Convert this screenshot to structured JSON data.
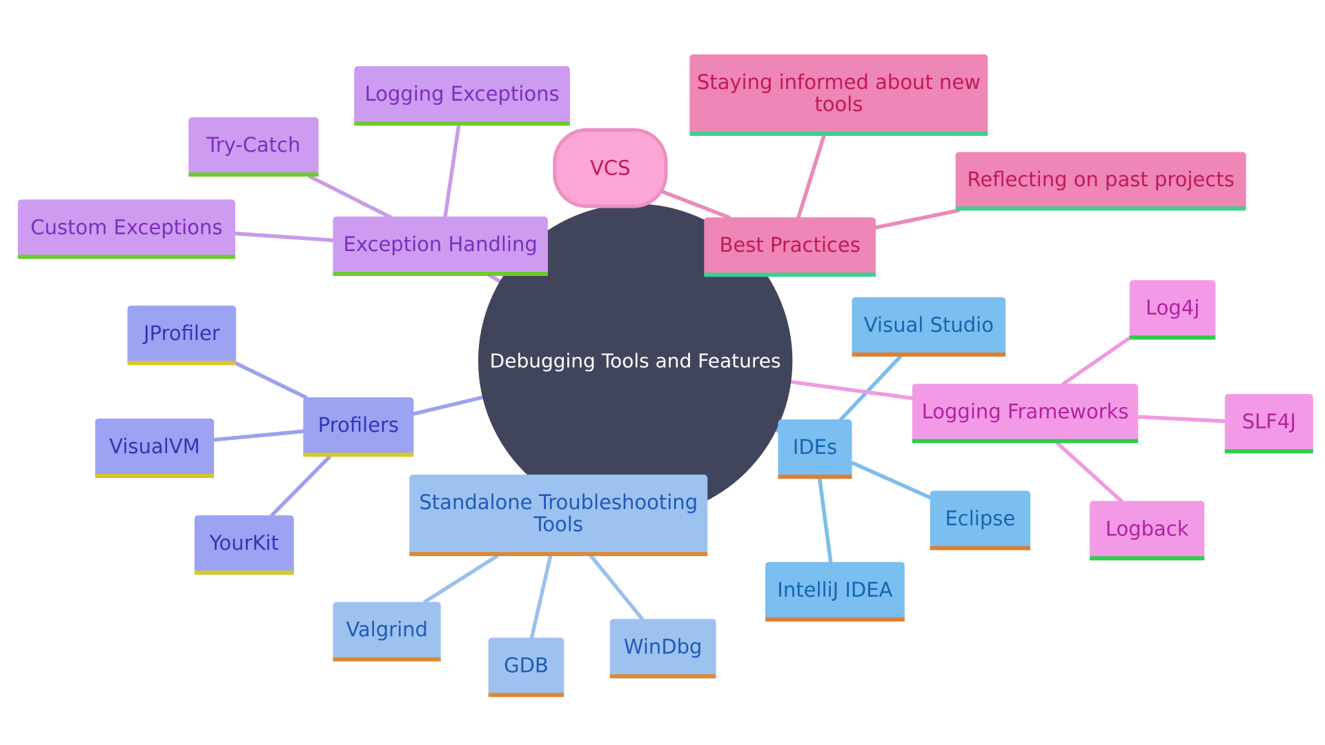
{
  "root": {
    "label": "Debugging Tools and Features"
  },
  "branches": [
    {
      "id": "exception-handling",
      "label": "Exception Handling",
      "fill": "#cd9bf0",
      "text_color": "#7b2fc0",
      "line_color": "#c69ce8",
      "bar_color": "#6ecb2f",
      "children": [
        {
          "id": "logging-exceptions",
          "label": "Logging Exceptions"
        },
        {
          "id": "try-catch",
          "label": "Try-Catch"
        },
        {
          "id": "custom-exceptions",
          "label": "Custom Exceptions"
        }
      ]
    },
    {
      "id": "best-practices",
      "label": "Best Practices",
      "fill": "#ee86b6",
      "text_color": "#c2185b",
      "line_color": "#e98ab8",
      "bar_color": "#3bd18f",
      "children": [
        {
          "id": "vcs",
          "label": "VCS"
        },
        {
          "id": "staying-informed",
          "label": [
            "Staying informed about new",
            "tools"
          ]
        },
        {
          "id": "reflecting",
          "label": "Reflecting on past projects"
        }
      ]
    },
    {
      "id": "profilers",
      "label": "Profilers",
      "fill": "#9ca3f2",
      "text_color": "#3336b8",
      "line_color": "#9ba2ec",
      "bar_color": "#d6c72a",
      "children": [
        {
          "id": "jprofiler",
          "label": "JProfiler"
        },
        {
          "id": "visualvm",
          "label": "VisualVM"
        },
        {
          "id": "yourkit",
          "label": "YourKit"
        }
      ]
    },
    {
      "id": "standalone",
      "label": [
        "Standalone Troubleshooting",
        "Tools"
      ],
      "fill": "#9ec2f0",
      "text_color": "#1d5bb8",
      "line_color": "#9cc0ec",
      "bar_color": "#d98a37",
      "children": [
        {
          "id": "valgrind",
          "label": "Valgrind"
        },
        {
          "id": "gdb",
          "label": "GDB"
        },
        {
          "id": "windbg",
          "label": "WinDbg"
        }
      ]
    },
    {
      "id": "ides",
      "label": "IDEs",
      "fill": "#7bbef0",
      "text_color": "#1466b0",
      "line_color": "#7ebdea",
      "bar_color": "#dc7f35",
      "children": [
        {
          "id": "visual-studio",
          "label": "Visual Studio"
        },
        {
          "id": "eclipse",
          "label": "Eclipse"
        },
        {
          "id": "intellij",
          "label": "IntelliJ IDEA"
        }
      ]
    },
    {
      "id": "logging-frameworks",
      "label": "Logging Frameworks",
      "fill": "#f39ae6",
      "text_color": "#b3229f",
      "line_color": "#ee9be2",
      "bar_color": "#2ecc4b",
      "children": [
        {
          "id": "log4j",
          "label": "Log4j"
        },
        {
          "id": "slf4j",
          "label": "SLF4J"
        },
        {
          "id": "logback",
          "label": "Logback"
        }
      ]
    }
  ],
  "colors": {
    "root_fill": "#41455c",
    "root_text": "#ffffff",
    "vcs_fill": "#fba6d4",
    "vcs_stroke": "#ec8fc1",
    "vcs_text": "#c2185b"
  }
}
